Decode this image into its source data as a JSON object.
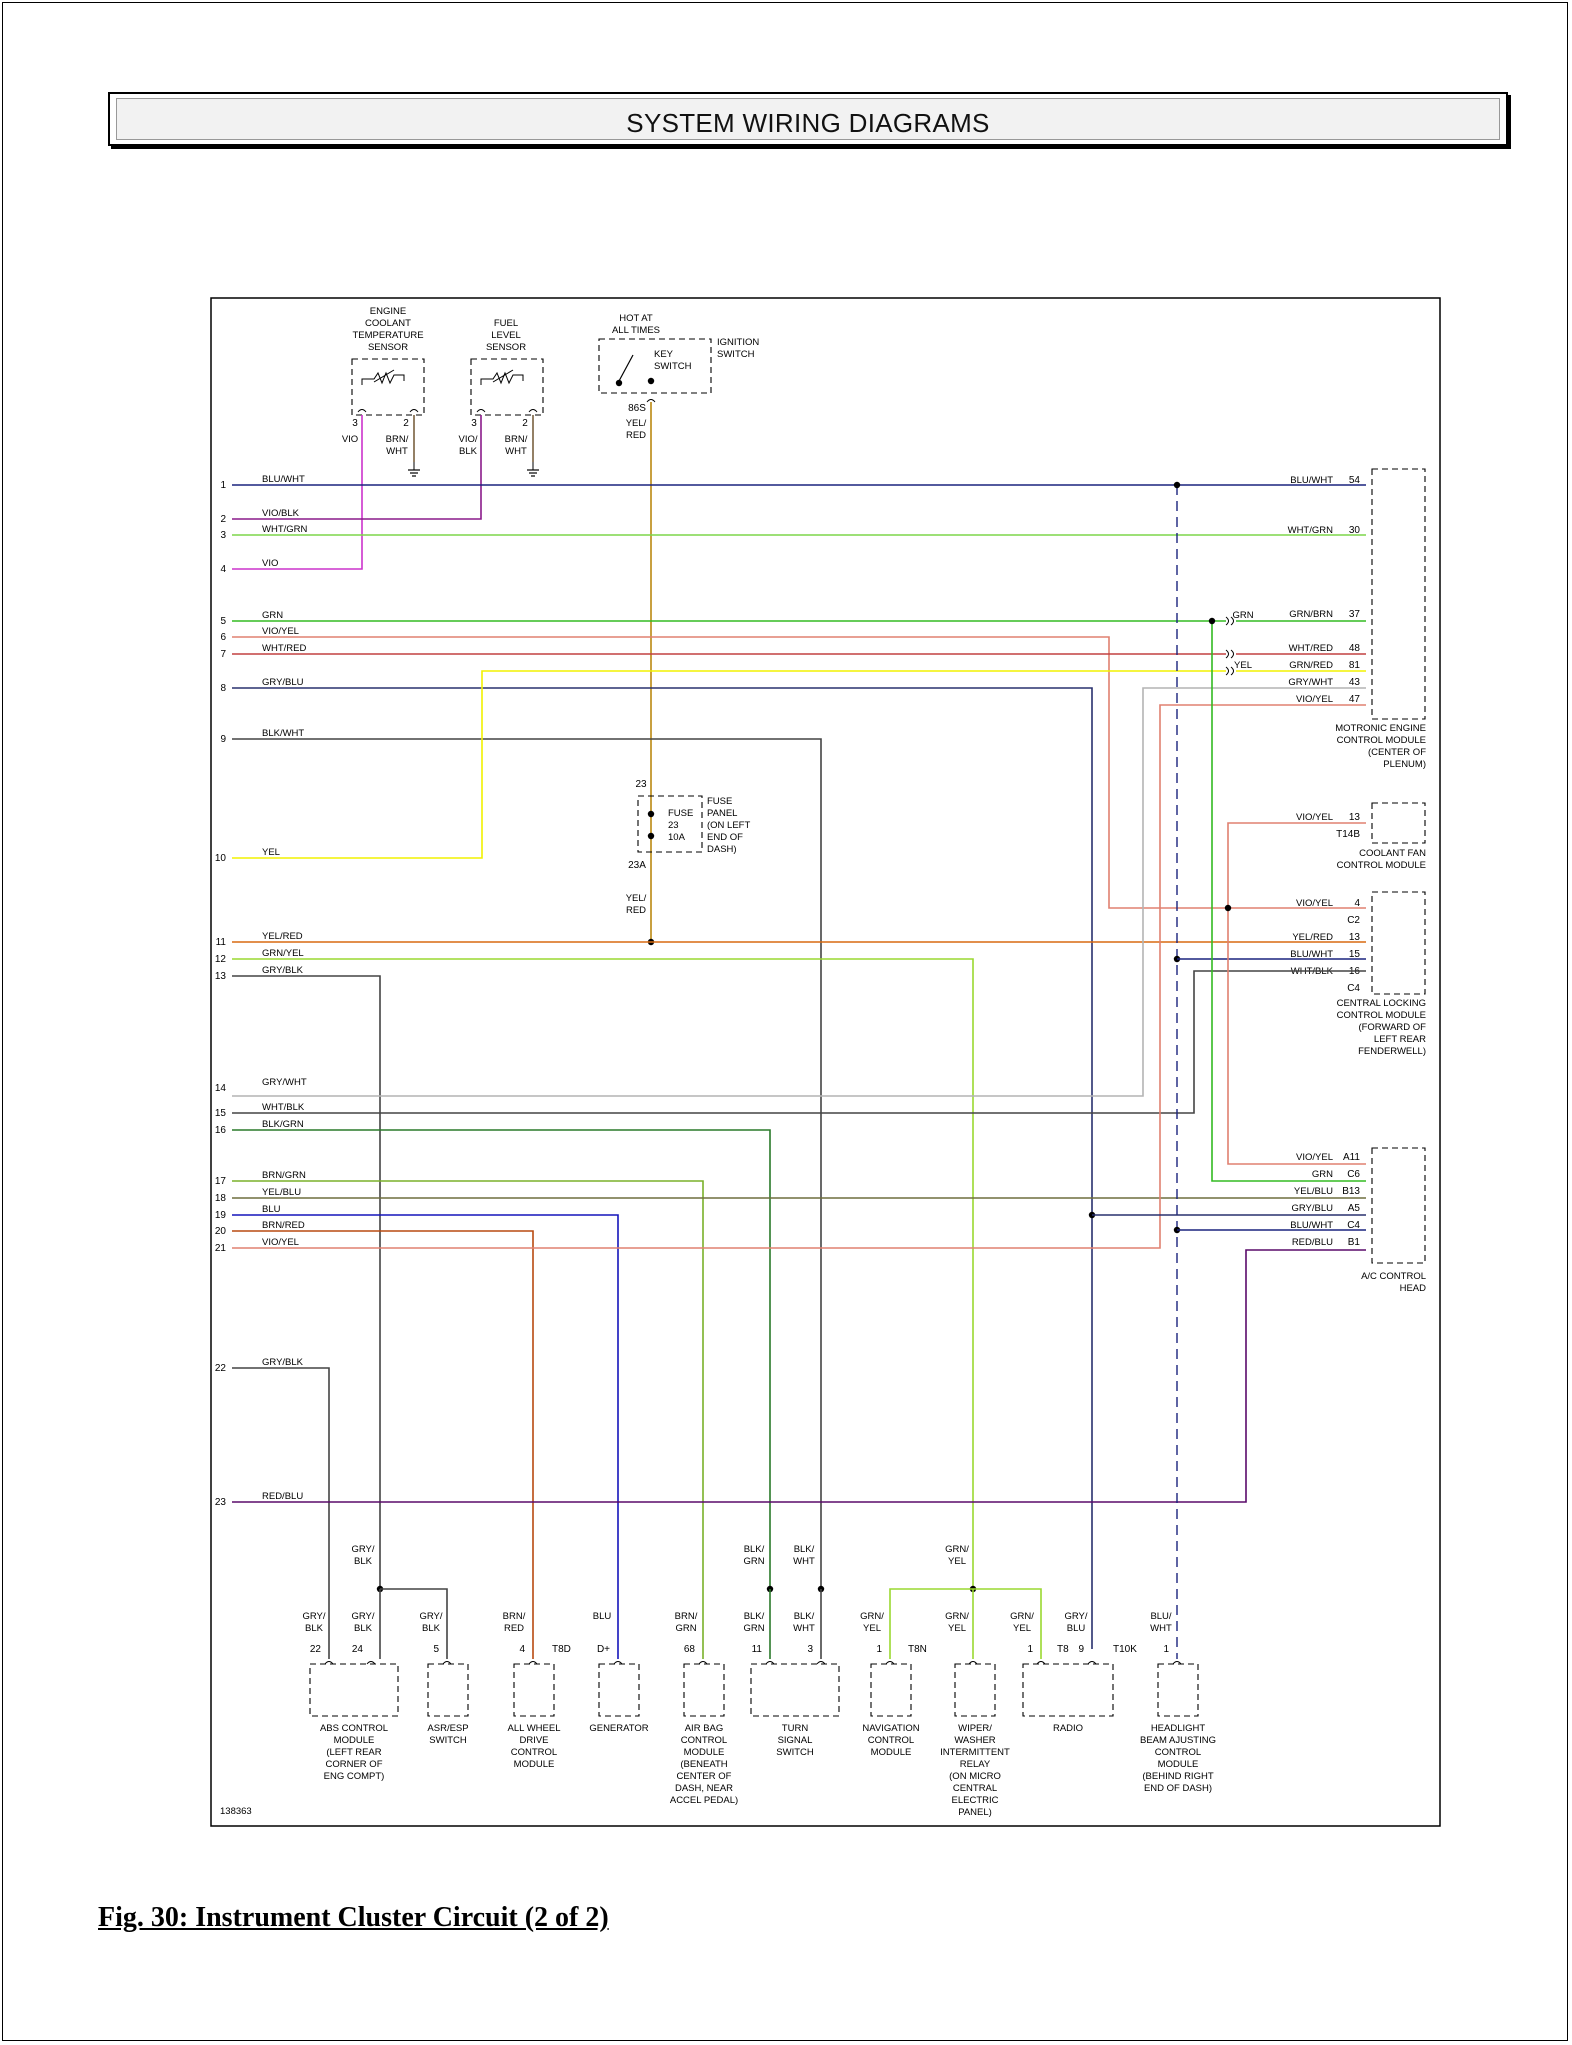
{
  "header": {
    "title": "SYSTEM WIRING DIAGRAMS"
  },
  "figure": {
    "caption": "Fig. 30: Instrument Cluster Circuit (2 of 2)"
  },
  "diagram": {
    "diagram_id": "138363",
    "colors": {
      "BLU/WHT": "#1a237e",
      "VIO/BLK": "#8a1a8a",
      "WHT/GRN": "#7dd64a",
      "VIO": "#cc33cc",
      "GRN": "#33bb22",
      "VIO/YEL": "#e08070",
      "WHT/RED": "#c24040",
      "GRY/BLU": "#28306e",
      "BLK/WHT": "#444444",
      "YEL": "#f2f200",
      "YEL/RED": "#d86a10",
      "GRN/YEL": "#9ad830",
      "GRY/BLK": "#444444",
      "GRY/WHT": "#b4b4b4",
      "WHT/BLK": "#444444",
      "BLK/GRN": "#2a7a2a",
      "BRN/GRN": "#7ab02a",
      "YEL/BLU": "#6e6e3e",
      "BLU": "#1515bb",
      "BRN/RED": "#b84a10",
      "RED/BLU": "#5a0a6a",
      "BRN/WHT": "#7a6040",
      "YEL_RED_VERT": "#c8a040"
    },
    "wires": [
      {
        "num": "1",
        "label": "BLU/WHT"
      },
      {
        "num": "2",
        "label": "VIO/BLK"
      },
      {
        "num": "3",
        "label": "WHT/GRN"
      },
      {
        "num": "4",
        "label": "VIO"
      },
      {
        "num": "5",
        "label": "GRN"
      },
      {
        "num": "6",
        "label": "VIO/YEL"
      },
      {
        "num": "7",
        "label": "WHT/RED"
      },
      {
        "num": "8",
        "label": "GRY/BLU"
      },
      {
        "num": "9",
        "label": "BLK/WHT"
      },
      {
        "num": "10",
        "label": "YEL"
      },
      {
        "num": "11",
        "label": "YEL/RED"
      },
      {
        "num": "12",
        "label": "GRN/YEL"
      },
      {
        "num": "13",
        "label": "GRY/BLK"
      },
      {
        "num": "14",
        "label": "GRY/WHT"
      },
      {
        "num": "15",
        "label": "WHT/BLK"
      },
      {
        "num": "16",
        "label": "BLK/GRN"
      },
      {
        "num": "17",
        "label": "BRN/GRN"
      },
      {
        "num": "18",
        "label": "YEL/BLU"
      },
      {
        "num": "19",
        "label": "BLU"
      },
      {
        "num": "20",
        "label": "BRN/RED"
      },
      {
        "num": "21",
        "label": "VIO/YEL"
      },
      {
        "num": "22",
        "label": "GRY/BLK"
      },
      {
        "num": "23",
        "label": "RED/BLU"
      }
    ],
    "top_components": {
      "ect": {
        "name": [
          "ENGINE",
          "COOLANT",
          "TEMPERATURE",
          "SENSOR"
        ],
        "pin_a": "3",
        "pin_b": "2",
        "wire_a": [
          "VIO"
        ],
        "wire_b": [
          "BRN/",
          "WHT"
        ]
      },
      "fuel": {
        "name": [
          "FUEL",
          "LEVEL",
          "SENSOR"
        ],
        "pin_a": "3",
        "pin_b": "2",
        "wire_a": [
          "VIO/",
          "BLK"
        ],
        "wire_b": [
          "BRN/",
          "WHT"
        ]
      },
      "ign": {
        "hot": [
          "HOT AT",
          "ALL TIMES"
        ],
        "key": [
          "KEY",
          "SWITCH"
        ],
        "name": [
          "IGNITION",
          "SWITCH"
        ],
        "pin": "86S",
        "wire": [
          "YEL/",
          "RED"
        ]
      },
      "fuse": {
        "pin_top": "23",
        "pin_bottom": "23A",
        "inner": [
          "FUSE",
          "23",
          "10A"
        ],
        "name": [
          "FUSE",
          "PANEL",
          "(ON LEFT",
          "END OF",
          "DASH)"
        ],
        "wire": [
          "YEL/",
          "RED"
        ]
      }
    },
    "right_modules": {
      "motronic": {
        "name": [
          "MOTRONIC ENGINE",
          "CONTROL MODULE",
          "(CENTER OF",
          "PLENUM)"
        ],
        "pins": [
          {
            "label": "BLU/WHT",
            "pin": "54"
          },
          {
            "label": "WHT/GRN",
            "pin": "30"
          },
          {
            "label": "GRN/BRN",
            "pin": "37"
          },
          {
            "label": "WHT/RED",
            "pin": "48"
          },
          {
            "label": "GRN/RED",
            "pin": "81"
          },
          {
            "label": "GRY/WHT",
            "pin": "43"
          },
          {
            "label": "VIO/YEL",
            "pin": "47"
          }
        ],
        "splice_grn": "GRN",
        "splice_yel": "YEL"
      },
      "coolant_fan": {
        "name": [
          "COOLANT FAN",
          "CONTROL MODULE"
        ],
        "pin_label": "VIO/YEL",
        "pin": "13",
        "connector": "T14B"
      },
      "central_locking": {
        "name": [
          "CENTRAL LOCKING",
          "CONTROL MODULE",
          "(FORWARD OF",
          "LEFT REAR",
          "FENDERWELL)"
        ],
        "pins": [
          {
            "label": "VIO/YEL",
            "pin": "4"
          },
          {
            "label": "",
            "pin": "C2"
          },
          {
            "label": "YEL/RED",
            "pin": "13"
          },
          {
            "label": "BLU/WHT",
            "pin": "15"
          },
          {
            "label": "WHT/BLK",
            "pin": "16"
          },
          {
            "label": "",
            "pin": "C4"
          }
        ]
      },
      "ac_head": {
        "name": [
          "A/C CONTROL",
          "HEAD"
        ],
        "pins": [
          {
            "label": "VIO/YEL",
            "pin": "A11"
          },
          {
            "label": "GRN",
            "pin": "C6"
          },
          {
            "label": "YEL/BLU",
            "pin": "B13"
          },
          {
            "label": "GRY/BLU",
            "pin": "A5"
          },
          {
            "label": "BLU/WHT",
            "pin": "C4"
          },
          {
            "label": "RED/BLU",
            "pin": "B1"
          }
        ]
      }
    },
    "bottom_modules": [
      {
        "id": "abs",
        "wires": [
          [
            "GRY/",
            "BLK"
          ],
          [
            "GRY/",
            "BLK"
          ]
        ],
        "pins": [
          "22",
          "24"
        ],
        "connector": "",
        "name": [
          "ABS CONTROL",
          "MODULE",
          "(LEFT REAR",
          "CORNER OF",
          "ENG COMPT)"
        ]
      },
      {
        "id": "asr",
        "wires": [
          [
            "GRY/",
            "BLK"
          ]
        ],
        "pins": [
          "5"
        ],
        "connector": "",
        "name": [
          "ASR/ESP",
          "SWITCH"
        ]
      },
      {
        "id": "awd",
        "wires": [
          [
            "BRN/",
            "RED"
          ]
        ],
        "pins": [
          "4"
        ],
        "connector": "T8D",
        "name": [
          "ALL WHEEL",
          "DRIVE",
          "CONTROL",
          "MODULE"
        ]
      },
      {
        "id": "gen",
        "wires": [
          [
            "BLU"
          ]
        ],
        "pins": [
          "D+"
        ],
        "connector": "",
        "name": [
          "GENERATOR"
        ]
      },
      {
        "id": "airbag",
        "wires": [
          [
            "BRN/",
            "GRN"
          ]
        ],
        "pins": [
          "68"
        ],
        "connector": "",
        "name": [
          "AIR BAG",
          "CONTROL",
          "MODULE",
          "(BENEATH",
          "CENTER OF",
          "DASH, NEAR",
          "ACCEL PEDAL)"
        ]
      },
      {
        "id": "turn",
        "wires": [
          [
            "BLK/",
            "GRN"
          ],
          [
            "BLK/",
            "WHT"
          ]
        ],
        "pins": [
          "11",
          "3"
        ],
        "connector": "",
        "name": [
          "TURN",
          "SIGNAL",
          "SWITCH"
        ]
      },
      {
        "id": "nav",
        "wires": [
          [
            "GRN/",
            "YEL"
          ]
        ],
        "pins": [
          "1"
        ],
        "connector": "T8N",
        "name": [
          "NAVIGATION",
          "CONTROL",
          "MODULE"
        ]
      },
      {
        "id": "wiper",
        "wires": [
          [
            "GRN/",
            "YEL"
          ]
        ],
        "pins": [
          ""
        ],
        "connector": "",
        "name": [
          "WIPER/",
          "WASHER",
          "INTERMITTENT",
          "RELAY",
          "(ON MICRO",
          "CENTRAL",
          "ELECTRIC",
          "PANEL)"
        ]
      },
      {
        "id": "radio",
        "wires": [
          [
            "GRN/",
            "YEL"
          ],
          [
            "GRY/",
            "BLU"
          ]
        ],
        "pins": [
          "1",
          "9"
        ],
        "connector": "T8",
        "connector2": "T10K",
        "name": [
          "RADIO"
        ]
      },
      {
        "id": "headlight",
        "wires": [
          [
            "BLU/",
            "WHT"
          ]
        ],
        "pins": [
          "1"
        ],
        "connector": "",
        "name": [
          "HEADLIGHT",
          "BEAM AJUSTING",
          "CONTROL",
          "MODULE",
          "(BEHIND RIGHT",
          "END OF DASH)"
        ]
      }
    ],
    "upper_junction_labels": {
      "gry_blk": [
        "GRY/",
        "BLK"
      ],
      "blk_grn": [
        "BLK/",
        "GRN"
      ],
      "blk_wht": [
        "BLK/",
        "WHT"
      ],
      "grn_yel": [
        "GRN/",
        "YEL"
      ]
    }
  }
}
